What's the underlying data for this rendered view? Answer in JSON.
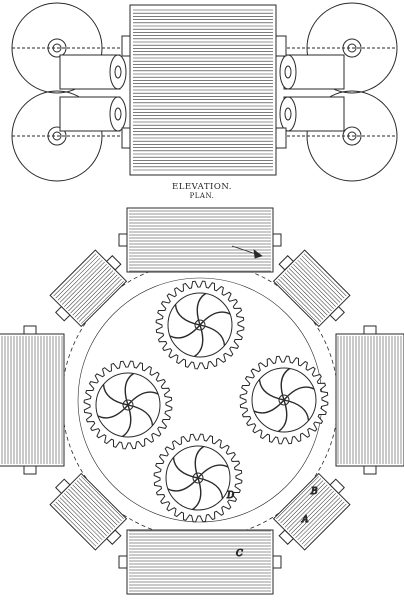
{
  "captions": {
    "elevation": "ELEVATION.",
    "plan": "PLAN."
  },
  "plan_labels": {
    "a": "A",
    "b": "B",
    "c": "C",
    "d": "D"
  },
  "colors": {
    "ink": "#2a2a2a",
    "paper": "#ffffff"
  }
}
